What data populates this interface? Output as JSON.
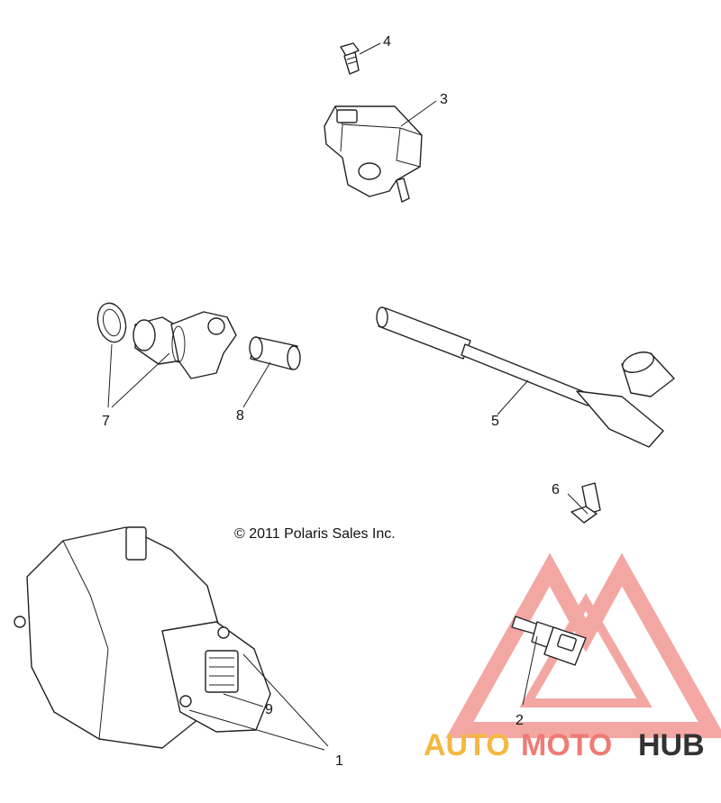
{
  "copyright": "© 2011 Polaris Sales Inc.",
  "callouts": [
    "1",
    "2",
    "3",
    "4",
    "5",
    "6",
    "7",
    "8",
    "9"
  ],
  "watermark": {
    "parts": [
      "AUTO",
      "MOTO",
      "HUB"
    ],
    "colors": [
      "#f5b73f",
      "#ef7b74",
      "#333333"
    ],
    "triangle_color": "#f08a85"
  }
}
